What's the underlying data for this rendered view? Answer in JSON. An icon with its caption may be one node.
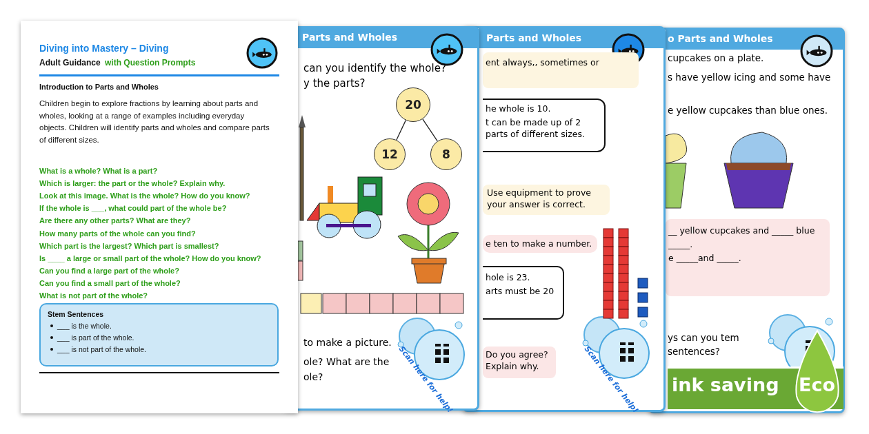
{
  "diagram": {
    "nodes": [
      {
        "text": [
          "Stem Sentences",
          "___ is the whole.",
          "___ is part of the whole.",
          "___ is not part of the whole."
        ]
      },
      {
        "text": [
          "20"
        ]
      },
      {
        "text": [
          "12"
        ]
      },
      {
        "text": [
          "8"
        ]
      },
      {
        "text": [
          "ent always,, sometimes or"
        ]
      },
      {
        "text": [
          "he whole is 10.",
          "t can be made up of 2 parts of different sizes."
        ]
      },
      {
        "text": [
          "Use equipment to prove your answer is correct."
        ]
      },
      {
        "text": [
          "e ten to make a number."
        ]
      },
      {
        "text": [
          "hole is 23.",
          "arts must be 20"
        ]
      },
      {
        "text": [
          "Do you agree? Explain why."
        ]
      },
      {
        "text": [
          "__ yellow cupcakes and _____ blue",
          "_____.",
          "e _____and _____."
        ]
      }
    ],
    "edges": [
      {
        "from": 1,
        "to": 2,
        "arrow": "none"
      },
      {
        "from": 1,
        "to": 3,
        "arrow": "none"
      }
    ],
    "labels": [
      "Diving into Mastery – Diving",
      "Adult Guidance",
      "with Question Prompts",
      "Introduction to Parts and Wholes",
      "Children begin to explore fractions by learning about parts and wholes, looking at a range of examples including everyday objects. Children will identify parts and wholes and compare parts of different sizes.",
      "What is a whole? What is a part?",
      "Which is larger: the part or the whole? Explain why.",
      "Look at this image. What is the whole? How do you know?",
      "If the whole is ___, what could part of the whole be?",
      "Are there any other parts? What are they?",
      "How many parts of the whole can you find?",
      "Which part is the largest? Which part is smallest?",
      "Is ____ a large or small part of the whole? How do you know?",
      "Can you find a large part of the whole?",
      "Can you find a small part of the whole?",
      "What is not part of the whole?",
      "Parts and Wholes",
      "can you identify the whole?",
      "y the parts?",
      "to make a picture.",
      "ole? What are the",
      "ole?",
      "Scan here for help!",
      "Parts and Wholes",
      "Scan here for help!",
      "o Parts and Wholes",
      "cupcakes on a plate.",
      "s have yellow icing and some have",
      "e yellow cupcakes than blue ones.",
      "ys can you tem sentences?",
      "ink saving",
      "Eco"
    ]
  }
}
